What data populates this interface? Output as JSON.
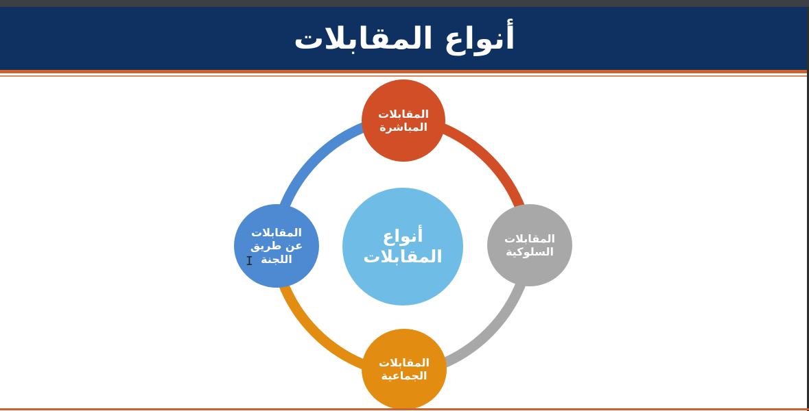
{
  "title": "أنواع المقابلات",
  "diagram": {
    "center": "أنواع\nالمقابلات",
    "top": "المقابلات\nالمباشرة",
    "right": "المقابلات\nالسلوكية",
    "bottom": "المقابلات\nالجماعية",
    "left": "المقابلات\nعن طريق\nاللجنة"
  },
  "colors": {
    "title_bar": "#0e3161",
    "accent_rule": "#d0602c",
    "center": "#6fbde6",
    "top": "#d14e26",
    "right": "#a8a8a8",
    "bottom": "#e38c12",
    "left": "#4d8ad2"
  },
  "icons": [
    "text-cursor-icon"
  ]
}
